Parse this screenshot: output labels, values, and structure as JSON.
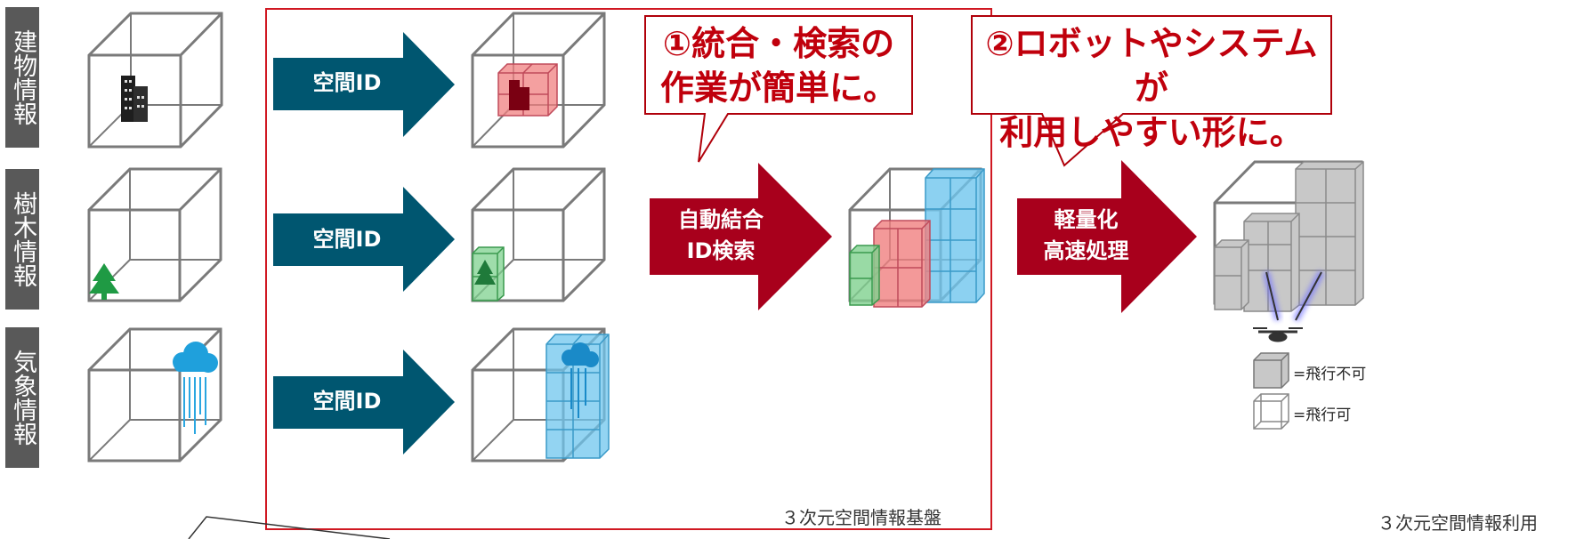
{
  "categories": [
    {
      "label": "建物情報"
    },
    {
      "label": "樹木情報"
    },
    {
      "label": "気象情報"
    }
  ],
  "steps": {
    "spatial_id": [
      "空間ID",
      "空間ID",
      "空間ID"
    ],
    "combine": "自動結合\nID検索",
    "lighten": "軽量化\n高速処理"
  },
  "callouts": {
    "integration": "①統合・検索の\n作業が簡単に。",
    "robots": "②ロボットやシステムが\n利用しやすい形に。"
  },
  "captions": {
    "platform": "３次元空間情報基盤",
    "usage": "３次元空間情報利用"
  },
  "legend": {
    "no_fly": "=飛行不可",
    "fly_ok": "=飛行可"
  },
  "colors": {
    "teal": "#005670",
    "red": "#a8001c",
    "callout_red": "#c0000c",
    "building_voxel": "#f08080",
    "tree_voxel": "#7fd18f",
    "weather_voxel": "#6fc6ee",
    "gray_voxel": "#c8c8c8"
  }
}
